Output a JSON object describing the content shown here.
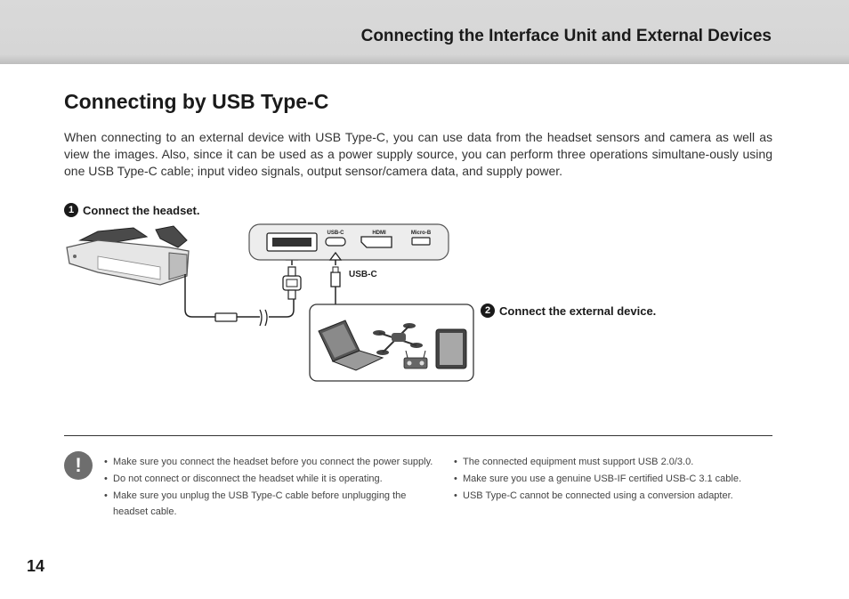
{
  "header": {
    "title": "Connecting the Interface Unit and External Devices"
  },
  "section": {
    "title": "Connecting by USB Type-C",
    "intro": "When connecting to an external device with USB Type-C, you can use data from the headset sensors and camera as well as view the images. Also, since it can be used as a power supply source, you can perform three operations simultane-ously using one USB Type-C cable; input video signals, output sensor/camera data, and supply power."
  },
  "steps": [
    {
      "num": "1",
      "label": "Connect the headset."
    },
    {
      "num": "2",
      "label": "Connect the external device."
    }
  ],
  "diagram": {
    "ports": [
      "USB-C",
      "HDMI",
      "Micro-B"
    ],
    "cable_label": "USB-C"
  },
  "notes": {
    "icon": "exclamation-icon",
    "left": [
      "Make sure you connect the headset before you connect the power supply.",
      "Do not connect or disconnect the headset while it is operating.",
      "Make sure you unplug the USB Type-C cable before unplugging the headset cable."
    ],
    "right": [
      "The connected equipment must support USB 2.0/3.0.",
      "Make sure you use a genuine USB-IF certified USB-C 3.1 cable.",
      "USB Type-C cannot be connected using a conversion adapter."
    ]
  },
  "page_number": "14"
}
